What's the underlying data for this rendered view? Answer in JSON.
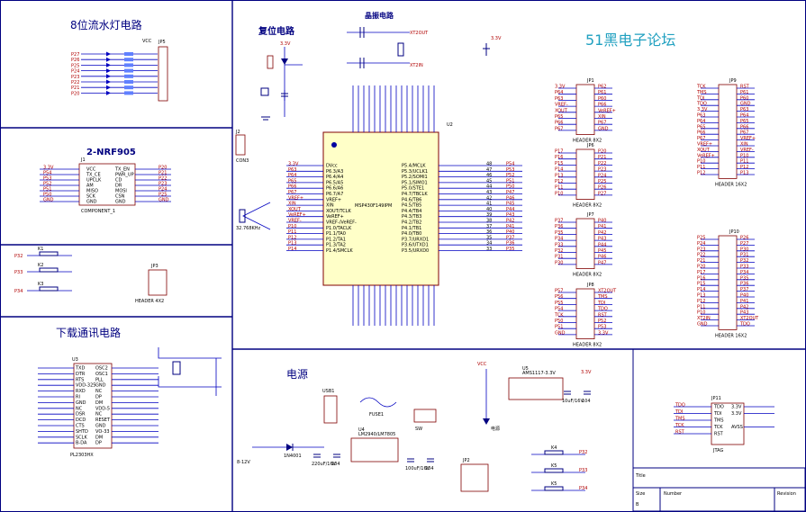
{
  "brand": "51黑电子论坛",
  "sections": {
    "led": "8位流水灯电路",
    "reset": "复位电路",
    "crystal": "晶振电路",
    "nrf": "2-NRF905",
    "download": "下载通讯电路",
    "power": "电源"
  },
  "mcu": {
    "ref": "U2",
    "name": "MSP430F149IPM",
    "left_pins": [
      "DVcc",
      "P6.3/A3",
      "P6.4/A4",
      "P6.5/A5",
      "P6.6/A6",
      "P6.7/A7",
      "VREF+",
      "XIN",
      "XOUT/TCLK",
      "VeREF+",
      "VREF-/VeREF-",
      "P1.0/TACLK",
      "P1.1/TA0",
      "P1.2/TA1",
      "P1.3/TA2",
      "P1.4/SMCLK"
    ],
    "left_nets": [
      "3.3V",
      "P63",
      "P64",
      "P65",
      "P66",
      "P67",
      "VREF+",
      "XIN",
      "XOUT",
      "VeREF+",
      "VREF-",
      "P10",
      "P11",
      "P12",
      "P13",
      "P14"
    ],
    "right_pins": [
      "P5.4/MCLK",
      "P5.3/UCLK1",
      "P5.2/SOMI1",
      "P5.1/SIMO1",
      "P5.0/STE1",
      "P4.7/TBCLK",
      "P4.6/TB6",
      "P4.5/TB5",
      "P4.4/TB4",
      "P4.3/TB3",
      "P4.2/TB2",
      "P4.1/TB1",
      "P4.0/TB0",
      "P3.7/URXD1",
      "P3.6/UTXD1",
      "P3.5/URXD0"
    ],
    "right_nets": [
      "P54",
      "P53",
      "P52",
      "P51",
      "P50",
      "P47",
      "P46",
      "P45",
      "P44",
      "P43",
      "P42",
      "P41",
      "P40",
      "P37",
      "P36",
      "P35"
    ],
    "right_nums": [
      "48",
      "47",
      "46",
      "45",
      "44",
      "43",
      "42",
      "41",
      "40",
      "39",
      "38",
      "37",
      "36",
      "35",
      "34",
      "33"
    ]
  },
  "headers": {
    "jp1": {
      "ref": "JP1",
      "label": "HEADER 8X2",
      "left": [
        "3.3V",
        "P64",
        "P63",
        "VREF-",
        "XOUT",
        "P65",
        "P66",
        "P67"
      ],
      "right": [
        "P62",
        "P61",
        "P60",
        "P66",
        "VeREF+",
        "XIN",
        "P67",
        "GND"
      ]
    },
    "jp6": {
      "ref": "JP6",
      "label": "HEADER 8X2",
      "left": [
        "P17",
        "P16",
        "P15",
        "P14",
        "P13",
        "P12",
        "P11",
        "P10"
      ],
      "right": [
        "P20",
        "P21",
        "P22",
        "P23",
        "P24",
        "P25",
        "P26",
        "P27"
      ]
    },
    "jp7": {
      "ref": "JP7",
      "label": "HEADER 8X2",
      "left": [
        "P37",
        "P36",
        "P35",
        "P34",
        "P33",
        "P32",
        "P31",
        "P30"
      ],
      "right": [
        "P40",
        "P41",
        "P42",
        "P43",
        "P44",
        "P45",
        "P46",
        "P47"
      ]
    },
    "jp8": {
      "ref": "JP8",
      "label": "HEADER 8X2",
      "left": [
        "P57",
        "P56",
        "P55",
        "P54",
        "TCK",
        "P50",
        "P51",
        "GND"
      ],
      "right": [
        "XT2OUT",
        "TMS",
        "TDI",
        "TDO",
        "RST",
        "P52",
        "P53",
        "3.3V"
      ]
    },
    "jp9": {
      "ref": "JP9",
      "label": "HEADER 16X2",
      "left": [
        "TCK",
        "TMS",
        "TDI",
        "TDO",
        "3.3V",
        "P63",
        "P64",
        "P65",
        "P66",
        "P67",
        "VREF+",
        "XOUT",
        "VeREF+",
        "P10",
        "P11",
        "P12"
      ],
      "right": [
        "RST",
        "P61",
        "P60",
        "GND",
        "P63",
        "P64",
        "P65",
        "P66",
        "P67",
        "VREF+",
        "XIN",
        "VREF-",
        "P10",
        "P11",
        "P12",
        "P13"
      ]
    },
    "jp10": {
      "ref": "JP10",
      "label": "HEADER 16X2",
      "left": [
        "P25",
        "P24",
        "P23",
        "P22",
        "P21",
        "P20",
        "P17",
        "P16",
        "P15",
        "P14",
        "P13",
        "P12",
        "P11",
        "P10",
        "XT2IN",
        "GND"
      ],
      "right": [
        "P26",
        "P27",
        "P30",
        "P31",
        "P32",
        "P33",
        "P34",
        "P35",
        "P36",
        "P37",
        "P40",
        "P41",
        "P42",
        "P43",
        "XT2OUT",
        "TDO"
      ]
    }
  },
  "nrf": {
    "ref": "J1",
    "part": "COMPONENT_1",
    "pins_l": [
      "VCC",
      "TX_CE",
      "UPCLK",
      "AM",
      "MISO",
      "SCK",
      "GND"
    ],
    "pins_r": [
      "TX_EN",
      "PWR_UP",
      "CD",
      "DR",
      "MOSI",
      "CSN",
      "GND"
    ],
    "nets_l": [
      "3.3V",
      "P54",
      "P53",
      "P52",
      "P51",
      "P50",
      "GND"
    ],
    "nets_r": [
      "P20",
      "P21",
      "P22",
      "P23",
      "P24",
      "P25",
      "GND"
    ]
  },
  "usb_chip": {
    "ref": "U3",
    "part": "PL2303HX",
    "pins_l": [
      "TXD",
      "DTR",
      "RTS",
      "VDD-325",
      "RXD",
      "RI",
      "GND",
      "NC",
      "DSR",
      "DCD",
      "CTS",
      "SHTD",
      "SCLK",
      "B-DA"
    ],
    "pins_r": [
      "OSC2",
      "OSC1",
      "PLL",
      "GND",
      "NC",
      "DP",
      "DM",
      "VDD-5",
      "NC",
      "RESET",
      "GND",
      "VO-33",
      "DM",
      "DP"
    ]
  },
  "jtag": {
    "ref": "JP11",
    "part": "JTAG",
    "pins": [
      "TDO",
      "TDI",
      "TMS",
      "TCK",
      "RST"
    ],
    "nets_r": [
      "3.3V",
      "3.3V",
      "",
      "AVSS",
      ""
    ]
  },
  "power": {
    "u4": {
      "ref": "U4",
      "part": "LM2940/LM7805"
    },
    "u5": {
      "ref": "U5",
      "part": "AMS1117-3.3V"
    },
    "fuse": "FUSE1",
    "diode": "1N4001",
    "input": "8-12V",
    "caps": [
      "220uF/16V",
      "104",
      "100uF/16V",
      "104",
      "10uF/16V",
      "104"
    ],
    "vcc": "VCC",
    "v33": "3.3V",
    "led": "电源",
    "sw": "SW",
    "usb": "USB1"
  },
  "keys": [
    "K1",
    "K2",
    "K3",
    "K4",
    "K5"
  ],
  "ports": [
    "P32",
    "P33",
    "P34"
  ],
  "title_block": {
    "title": "Title",
    "size": "Size",
    "number": "Number",
    "revision": "Revision",
    "size_val": "B"
  }
}
